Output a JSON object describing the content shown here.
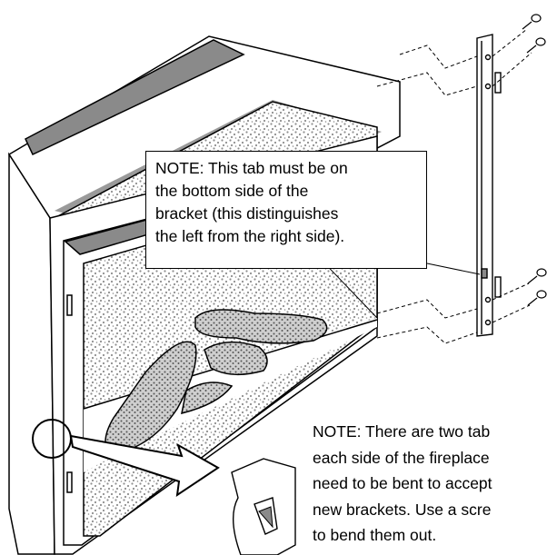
{
  "note_top": {
    "lines": [
      "NOTE: This tab must be on",
      "the bottom side of the",
      "bracket (this distinguishes",
      "the left from the right side)."
    ]
  },
  "note_bottom": {
    "lines": [
      "NOTE:  There are two tab",
      "each side of the fireplace",
      "need to be bent to accept",
      "new brackets.  Use a scre",
      "to bend them out."
    ]
  },
  "colors": {
    "line": "#000000",
    "stipple": "#9a9a9a",
    "panel": "#ffffff",
    "dark_strip": "#8a8a8a"
  }
}
